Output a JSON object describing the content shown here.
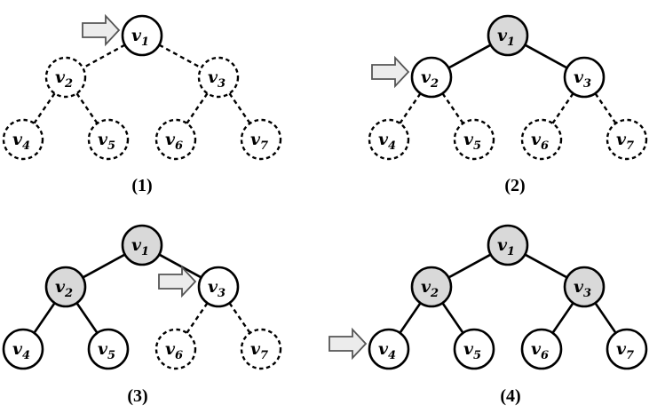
{
  "colors": {
    "stroke": "#000000",
    "visited_fill": "#d9d9d9",
    "node_fill": "#ffffff",
    "arrow_fill": "#ececec",
    "arrow_stroke": "#555555"
  },
  "node_names": [
    "v1",
    "v2",
    "v3",
    "v4",
    "v5",
    "v6",
    "v7"
  ],
  "edges": [
    [
      "v1",
      "v2"
    ],
    [
      "v1",
      "v3"
    ],
    [
      "v2",
      "v4"
    ],
    [
      "v2",
      "v5"
    ],
    [
      "v3",
      "v6"
    ],
    [
      "v3",
      "v7"
    ]
  ],
  "panels": [
    {
      "label": "(1)",
      "arrow_at": "v1",
      "visited": [],
      "solid_nodes": [
        "v1"
      ],
      "solid_edges": []
    },
    {
      "label": "(2)",
      "arrow_at": "v2",
      "visited": [
        "v1"
      ],
      "solid_nodes": [
        "v1",
        "v2",
        "v3"
      ],
      "solid_edges": [
        [
          "v1",
          "v2"
        ],
        [
          "v1",
          "v3"
        ]
      ]
    },
    {
      "label": "(3)",
      "arrow_at": "v3",
      "visited": [
        "v1",
        "v2"
      ],
      "solid_nodes": [
        "v1",
        "v2",
        "v3",
        "v4",
        "v5"
      ],
      "solid_edges": [
        [
          "v1",
          "v2"
        ],
        [
          "v1",
          "v3"
        ],
        [
          "v2",
          "v4"
        ],
        [
          "v2",
          "v5"
        ]
      ]
    },
    {
      "label": "(4)",
      "arrow_at": "v4",
      "visited": [
        "v1",
        "v2",
        "v3"
      ],
      "solid_nodes": [
        "v1",
        "v2",
        "v3",
        "v4",
        "v5",
        "v6",
        "v7"
      ],
      "solid_edges": [
        [
          "v1",
          "v2"
        ],
        [
          "v1",
          "v3"
        ],
        [
          "v2",
          "v4"
        ],
        [
          "v2",
          "v5"
        ],
        [
          "v3",
          "v6"
        ],
        [
          "v3",
          "v7"
        ]
      ]
    }
  ]
}
